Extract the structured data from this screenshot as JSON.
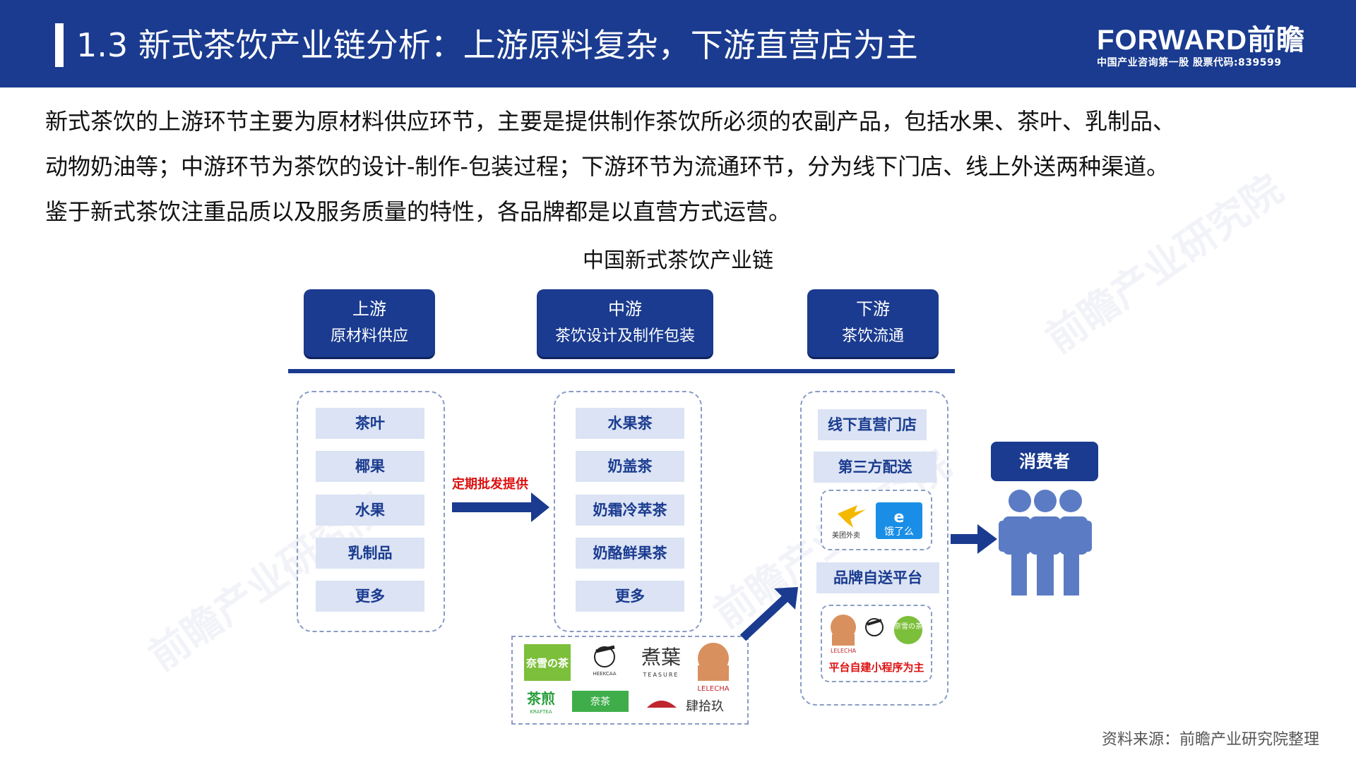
{
  "header": {
    "title": "1.3 新式茶饮产业链分析：上游原料复杂，下游直营店为主",
    "brand_name": "FORWARD前瞻",
    "brand_sub": "中国产业咨询第一股  股票代码:839599"
  },
  "intro_lines": [
    "新式茶饮的上游环节主要为原材料供应环节，主要是提供制作茶饮所必须的农副产品，包括水果、茶叶、乳制品、",
    "动物奶油等；中游环节为茶饮的设计-制作-包装过程；下游环节为流通环节，分为线下门店、线上外送两种渠道。",
    "鉴于新式茶饮注重品质以及服务质量的特性，各品牌都是以直营方式运营。"
  ],
  "diagram": {
    "title": "中国新式茶饮产业链",
    "stages": [
      {
        "name": "上游",
        "desc": "原材料供应"
      },
      {
        "name": "中游",
        "desc": "茶饮设计及制作包装"
      },
      {
        "name": "下游",
        "desc": "茶饮流通"
      }
    ],
    "upstream_items": [
      "茶叶",
      "椰果",
      "水果",
      "乳制品",
      "更多"
    ],
    "midstream_items": [
      "水果茶",
      "奶盖茶",
      "奶霜冷萃茶",
      "奶酪鲜果茶",
      "更多"
    ],
    "downstream_items": [
      "线下直营门店",
      "第三方配送",
      "品牌自送平台"
    ],
    "arrow_label": "定期批发提供",
    "delivery_logos": {
      "meituan": "美团外卖",
      "eleme": "饿了么"
    },
    "brand_platform_logos": {
      "lelecha": "LELECHA",
      "naixue": "奈雪の茶"
    },
    "brand_platform_caption": "平台自建小程序为主",
    "midstream_brands": [
      "奈雪の茶",
      "HEEKCAA",
      "煮葉",
      "TEASURE",
      "LELECHA",
      "茶煎",
      "KRAFTEA",
      "奈茶",
      "肆拾玖"
    ],
    "consumer_label": "消费者"
  },
  "source": "资料来源：前瞻产业研究院整理",
  "colors": {
    "primary": "#1a3b8f",
    "item_bg": "#dbe3f4",
    "accent_red": "#d11111"
  }
}
